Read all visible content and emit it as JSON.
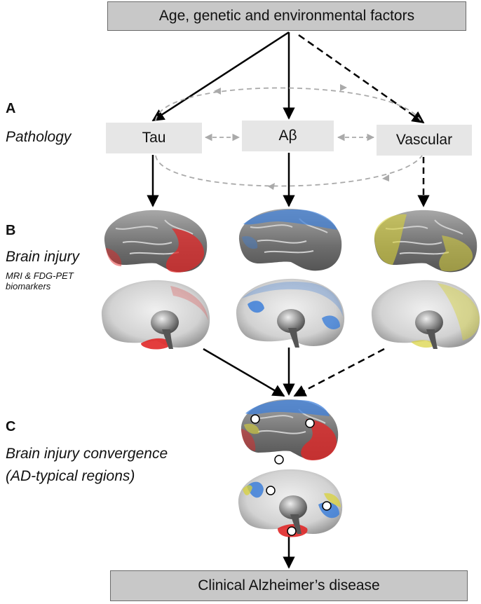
{
  "top_box": "Age, genetic and environmental factors",
  "bottom_box": "Clinical Alzheimer’s disease",
  "sections": {
    "a": {
      "letter": "A",
      "label": "Pathology"
    },
    "b": {
      "letter": "B",
      "label": "Brain injury",
      "sublabel_line1": "MRI & FDG-PET",
      "sublabel_line2": "biomarkers"
    },
    "c": {
      "letter": "C",
      "label_line1": "Brain injury convergence",
      "label_line2": "(AD-typical regions)"
    }
  },
  "pathology": {
    "tau": "Tau",
    "abeta": "Aβ",
    "vascular": "Vascular"
  },
  "colors": {
    "tau": "#e02828",
    "abeta": "#3d7fd9",
    "vascular": "#d8d23a",
    "cortex": "#7c7c7c",
    "dashed_feedback": "#aaaaaa"
  },
  "icons": {
    "lateral_brain": "lateral-brain-icon",
    "medial_brain": "medial-brain-icon",
    "convergence_marker": "white-dot-marker"
  }
}
